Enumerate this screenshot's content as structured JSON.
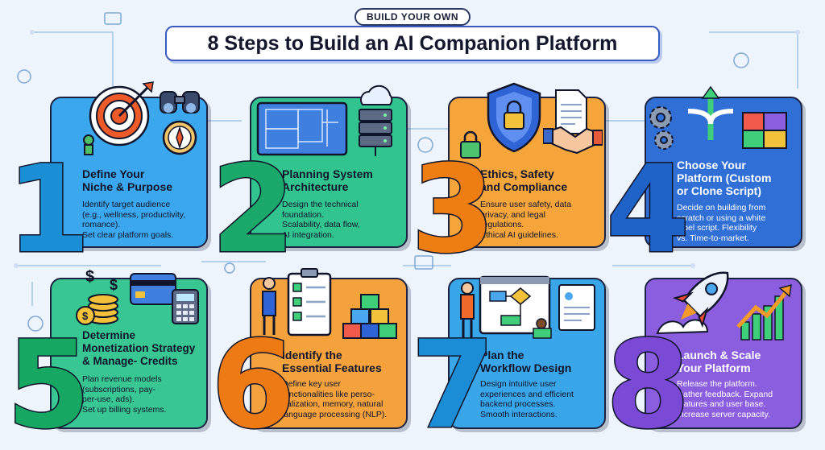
{
  "header": {
    "badge": "BUILD YOUR OWN",
    "title": "8 Steps to Build an AI Companion Platform"
  },
  "steps": [
    {
      "number": "1",
      "title_line1": "Define Your",
      "title_line2": "Niche & Purpose",
      "desc": [
        "Identify target audience",
        "(e.g., wellness, productivity,",
        "romance).",
        "Set clear platform goals."
      ],
      "card_color": "#3ba7ee",
      "number_color": "#1b8fd6"
    },
    {
      "number": "2",
      "title_line1": "Planning System",
      "title_line2": "Architecture",
      "desc": [
        "Design the technical",
        "foundation.",
        "Scalability, data flow,",
        "AI integration."
      ],
      "card_color": "#32c48f",
      "number_color": "#1aa86b"
    },
    {
      "number": "3",
      "title_line1": "Ethics, Safety",
      "title_line2": "and Compliance",
      "desc": [
        "Ensure user safety, data",
        "privacy, and legal",
        "regulations.",
        "Ethical AI guidelines."
      ],
      "card_color": "#f6a53b",
      "number_color": "#ef7e12"
    },
    {
      "number": "4",
      "title_line1": "Choose Your",
      "title_line2": "Platform (Custom",
      "title_line3": "or Clone Script)",
      "desc": [
        "Decide on building from",
        "scratch or using a white",
        "label script. Flexibility",
        "vs. Time-to-market."
      ],
      "card_color": "#2f6fd6",
      "number_color": "#1f63c9"
    },
    {
      "number": "5",
      "title_line1": "Determine",
      "title_line2": "Monetization Strategy",
      "title_line3": "& Manage- Credits",
      "desc": [
        "Plan revenue models",
        "(subscriptions, pay-",
        "per-use, ads).",
        "Set up billing systems."
      ],
      "card_color": "#38c793",
      "number_color": "#16a763"
    },
    {
      "number": "6",
      "title_line1": "Identify the",
      "title_line2": "Essential Features",
      "desc": [
        "Define key user",
        "functionalities like perso-",
        "nalization, memory, natural",
        "language processing (NLP)."
      ],
      "card_color": "#f5a23c",
      "number_color": "#ee7a14"
    },
    {
      "number": "7",
      "title_line1": "Plan the",
      "title_line2": "Workflow Design",
      "desc": [
        "Design intuitive user",
        "experiences and efficient",
        "backend processes.",
        "Smooth interactions."
      ],
      "card_color": "#3aa6ea",
      "number_color": "#1b8cd6"
    },
    {
      "number": "8",
      "title_line1": "Launch & Scale",
      "title_line2": "Your Platform",
      "desc": [
        "Release the platform.",
        "Gather feedback. Expand",
        "features and user base.",
        "Increase server capacity."
      ],
      "card_color": "#8b5ee0",
      "number_color": "#7a49d6"
    }
  ],
  "icons": [
    "target-icon",
    "binoculars-icon",
    "compass-icon",
    "blueprint-icon",
    "server-cloud-icon",
    "shield-lock-icon",
    "padlock-icon",
    "document-icon",
    "handshake-icon",
    "gears-icon",
    "arrows-icon",
    "puzzle-icon",
    "coins-icon",
    "credit-card-icon",
    "calculator-icon",
    "checklist-icon",
    "blocks-icon",
    "workflow-screen-icon",
    "rocket-icon",
    "growth-chart-icon"
  ]
}
